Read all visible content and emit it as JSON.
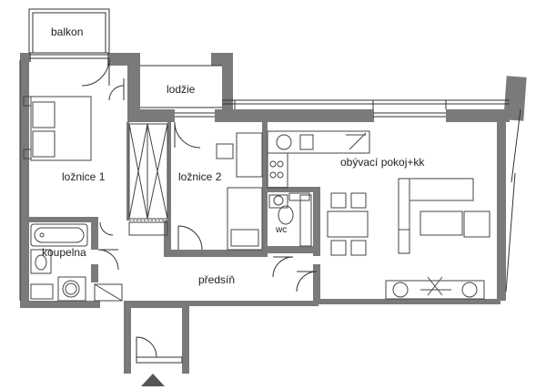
{
  "rooms": {
    "balkon": "balkon",
    "lodzie": "lodžie",
    "loznice1": "ložnice 1",
    "loznice2": "ložnice 2",
    "obyvaci": "obývací pokoj+kk",
    "koupelna": "koupelna",
    "wc": "wc",
    "predsin": "předsíň"
  },
  "colors": {
    "wall": "#7a7a7a",
    "wall_dark": "#5a5a5a",
    "line": "#333333",
    "furniture": "#444444",
    "background": "#ffffff"
  }
}
